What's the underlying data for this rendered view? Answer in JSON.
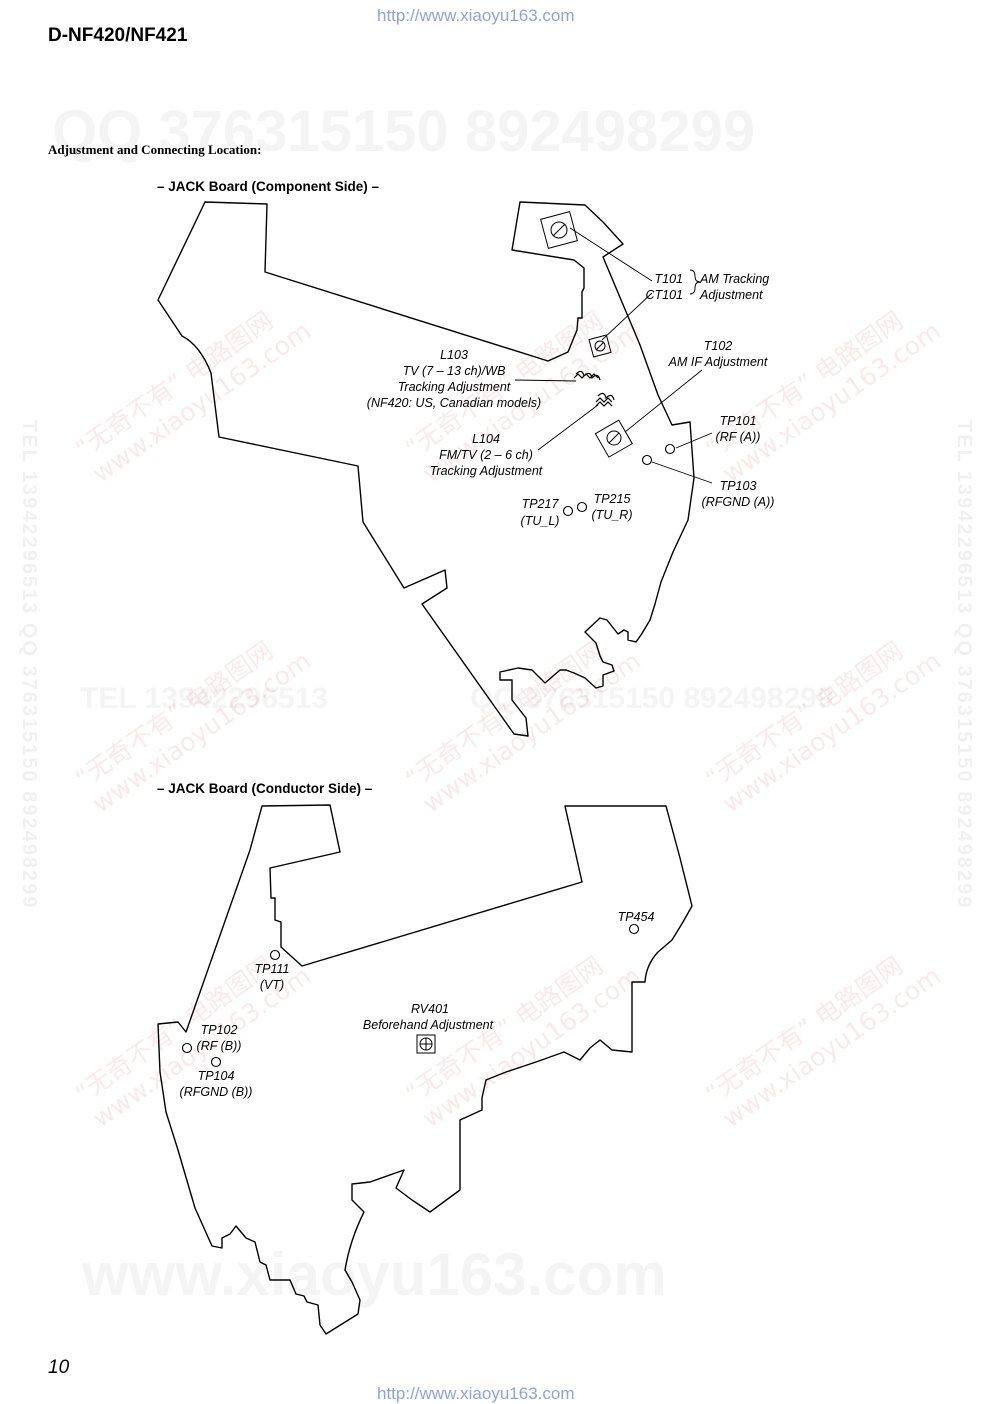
{
  "header": {
    "url_top": "http://www.xiaoyu163.com",
    "model": "D-NF420/NF421",
    "section_title": "Adjustment and Connecting Location:"
  },
  "footer": {
    "page_number": "10",
    "url_bottom": "http://www.xiaoyu163.com"
  },
  "watermarks": {
    "qq_line": "QQ 376315150     892498299",
    "tel_line": "TEL 13942296513",
    "qq_mid": "QQ 376315150  892498299",
    "web": "www.xiaoyu163.com",
    "cn_brand": "“无奇不有” 电路图网",
    "side_text": "TEL 13942296513  QQ 376315150  892498299",
    "bottom_big": "www.xiaoyu163.com"
  },
  "component_side": {
    "title": "– JACK Board (Component Side) –",
    "labels": {
      "t101": "T101",
      "ct101": "CT101",
      "am_tracking_1": "AM Tracking",
      "am_tracking_2": "Adjustment",
      "t102": "T102",
      "t102_desc": "AM IF Adjustment",
      "l103": "L103",
      "l103_line1": "TV (7 – 13 ch)/WB",
      "l103_line2": "Tracking Adjustment",
      "l103_line3": "(NF420: US, Canadian models)",
      "l104": "L104",
      "l104_line1": "FM/TV (2 – 6 ch)",
      "l104_line2": "Tracking Adjustment",
      "tp101": "TP101",
      "tp101_sub": "(RF (A))",
      "tp103": "TP103",
      "tp103_sub": "(RFGND (A))",
      "tp217": "TP217",
      "tp217_sub": "(TU_L)",
      "tp215": "TP215",
      "tp215_sub": "(TU_R)"
    }
  },
  "conductor_side": {
    "title": "– JACK Board (Conductor Side) –",
    "labels": {
      "tp454": "TP454",
      "tp111": "TP111",
      "tp111_sub": "(VT)",
      "rv401": "RV401",
      "rv401_desc": "Beforehand Adjustment",
      "tp102": "TP102",
      "tp102_sub": "(RF (B))",
      "tp104": "TP104",
      "tp104_sub": "(RFGND (B))"
    }
  }
}
